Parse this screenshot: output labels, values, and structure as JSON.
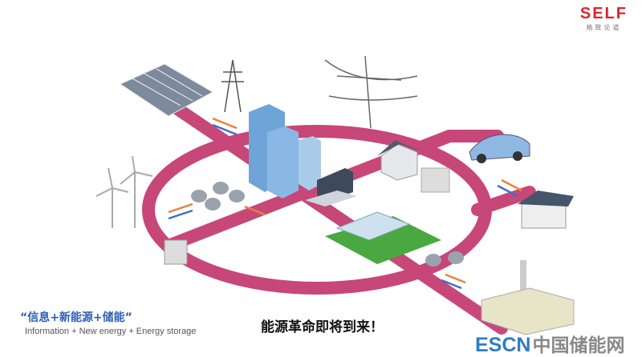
{
  "logo": {
    "brand": "SELF",
    "subtitle": "格致论道"
  },
  "tagline": {
    "chinese": "“信息+新能源+储能”",
    "english": "Information + New energy + Energy storage"
  },
  "headline": "能源革命即将到来！",
  "watermark": {
    "latin": "ESCN",
    "chinese": "中国储能网"
  },
  "colors": {
    "road": "#c2346b",
    "brand_red": "#d9262b",
    "tagline_blue": "#2d5fb7",
    "watermark_blue": "#2f7cc4"
  }
}
